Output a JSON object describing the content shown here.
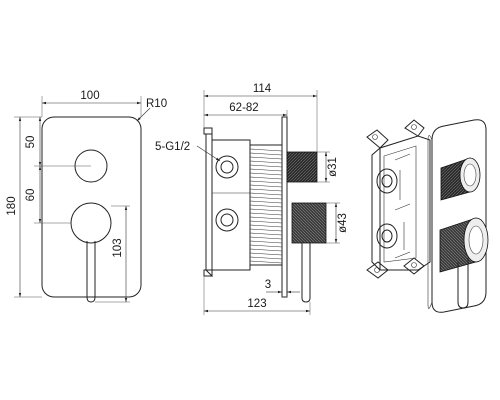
{
  "front_view": {
    "width_label": "100",
    "radius_label": "R10",
    "height_label": "180",
    "upper_offset_label": "50",
    "spacing_label": "60",
    "lever_length_label": "103"
  },
  "side_view": {
    "total_depth_label": "114",
    "adjust_range_label": "62-82",
    "outlets_label": "5-G1/2",
    "small_knob_dia_label": "ø31",
    "large_knob_dia_label": "ø43",
    "plate_gap_label": "3",
    "body_depth_label": "123"
  }
}
